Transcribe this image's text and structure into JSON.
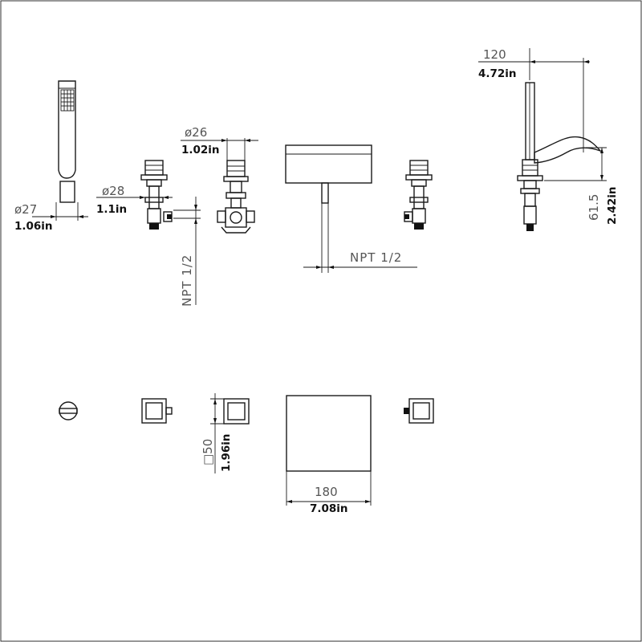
{
  "dimensions": {
    "handshower_diameter": {
      "mm": "ø27",
      "inch": "1.06in"
    },
    "left_valve_diameter": {
      "mm": "ø28",
      "inch": "1.1in"
    },
    "center_valve_diameter": {
      "mm": "ø26",
      "inch": "1.02in"
    },
    "connection_left": {
      "label": "NPT 1/2"
    },
    "connection_spout": {
      "label": "NPT 1/2"
    },
    "spout_reach": {
      "mm": "120",
      "inch": "4.72in"
    },
    "spout_height": {
      "mm": "61.5",
      "inch": "2.42in"
    },
    "escutcheon_square": {
      "mm": "□50",
      "inch": "1.96in"
    },
    "spout_width": {
      "mm": "180",
      "inch": "7.08in"
    }
  },
  "colors": {
    "line": "#1a1a1a",
    "text_mm": "#555555",
    "text_inch": "#111111",
    "border": "#b5b5b5"
  }
}
